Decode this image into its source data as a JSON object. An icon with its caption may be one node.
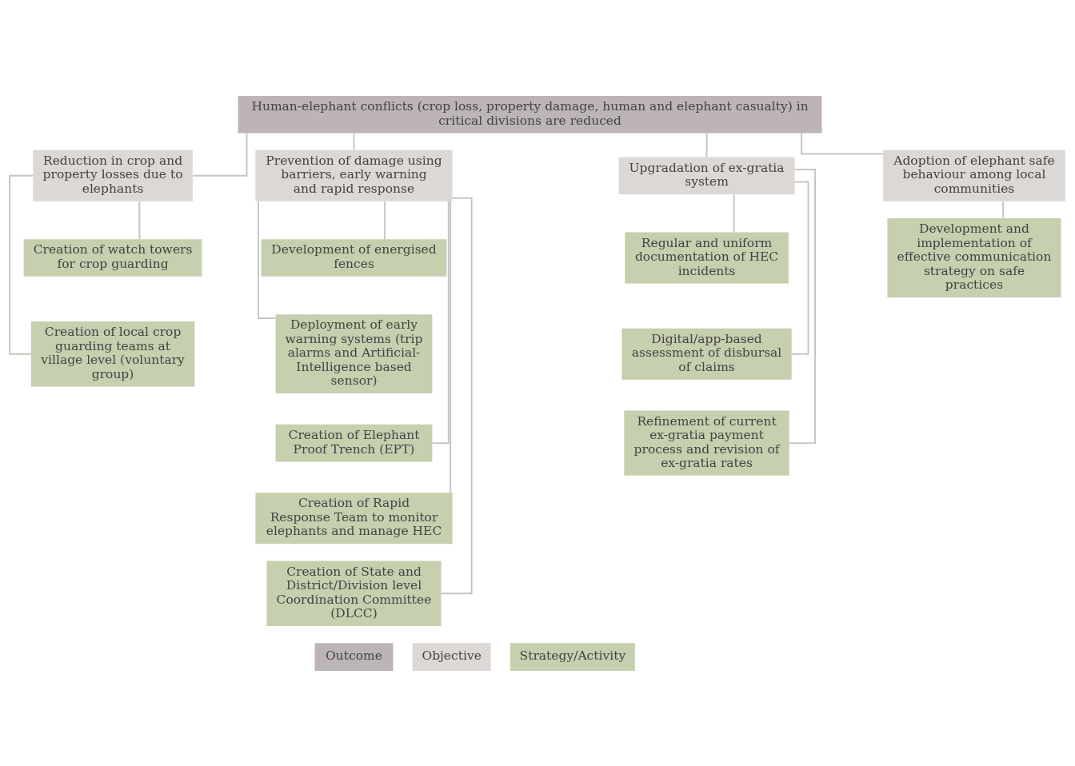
{
  "diagram": {
    "nodes": [
      {
        "text": [
          "Human-elephant conflicts (crop loss, property damage, human and elephant casualty) in critical divisions are reduced"
        ]
      },
      {
        "text": [
          "Reduction in crop and property losses due to elephants"
        ]
      },
      {
        "text": [
          "Creation of watch towers for crop guarding"
        ]
      },
      {
        "text": [
          "Creation of local crop guarding teams at village level (voluntary group)"
        ]
      },
      {
        "text": [
          "Prevention of damage using barriers, early warning and rapid response"
        ]
      },
      {
        "text": [
          "Development of energised fences"
        ]
      },
      {
        "text": [
          "Deployment of early warning systems (trip alarms and Artificial-Intelligence based sensor)"
        ]
      },
      {
        "text": [
          "Creation of Elephant Proof Trench (EPT)"
        ]
      },
      {
        "text": [
          "Creation of Rapid Response Team to monitor elephants and manage HEC"
        ]
      },
      {
        "text": [
          "Creation of State and District/Division level Coordination Committee (DLCC)"
        ]
      },
      {
        "text": [
          "Upgradation of ex-gratia system"
        ]
      },
      {
        "text": [
          "Regular and uniform documentation of HEC incidents"
        ]
      },
      {
        "text": [
          "Digital/app-based assessment of disbursal of claims"
        ]
      },
      {
        "text": [
          "Refinement of current ex-gratia payment process and revision of ex-gratia rates"
        ]
      },
      {
        "text": [
          "Adoption of elephant safe behaviour among local communities"
        ]
      },
      {
        "text": [
          "Development and implementation of effective communication strategy on safe practices"
        ]
      }
    ],
    "edges": [
      {
        "from": 0,
        "to": 1,
        "arrow": "none"
      },
      {
        "from": 0,
        "to": 4,
        "arrow": "none"
      },
      {
        "from": 0,
        "to": 10,
        "arrow": "none"
      },
      {
        "from": 0,
        "to": 14,
        "arrow": "none"
      },
      {
        "from": 1,
        "to": 2,
        "arrow": "none"
      },
      {
        "from": 1,
        "to": 3,
        "arrow": "none"
      },
      {
        "from": 4,
        "to": 5,
        "arrow": "none"
      },
      {
        "from": 4,
        "to": 6,
        "arrow": "none"
      },
      {
        "from": 4,
        "to": 7,
        "arrow": "none"
      },
      {
        "from": 4,
        "to": 8,
        "arrow": "none"
      },
      {
        "from": 4,
        "to": 9,
        "arrow": "none"
      },
      {
        "from": 10,
        "to": 11,
        "arrow": "none"
      },
      {
        "from": 10,
        "to": 12,
        "arrow": "none"
      },
      {
        "from": 10,
        "to": 13,
        "arrow": "none"
      },
      {
        "from": 14,
        "to": 15,
        "arrow": "none"
      }
    ],
    "legend": [
      {
        "text": "Outcome",
        "color": "#bcb4b6"
      },
      {
        "text": "Objective",
        "color": "#dcd8d6"
      },
      {
        "text": "Strategy/Activity",
        "color": "#c6cfae"
      }
    ]
  }
}
